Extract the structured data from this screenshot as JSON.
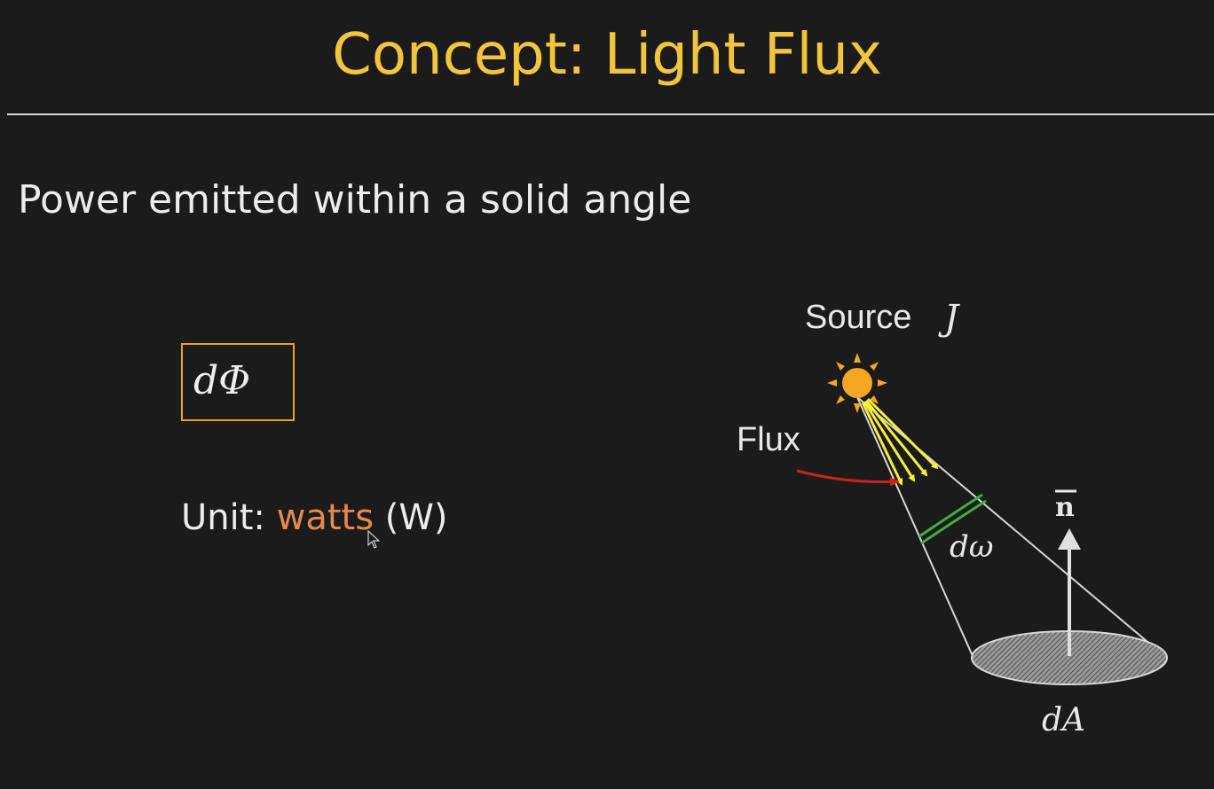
{
  "slide": {
    "title": "Concept: Light Flux",
    "subtitle": "Power emitted within a solid angle",
    "formula": "dΦ",
    "unit": {
      "prefix": "Unit: ",
      "value": "watts",
      "suffix": " (W)"
    }
  },
  "diagram": {
    "source_label": "Source",
    "source_symbol": "J",
    "flux_label": "Flux",
    "solid_angle_symbol": "dω",
    "normal_symbol": "n",
    "area_symbol": "dA"
  },
  "colors": {
    "background": "#1b1b1b",
    "title": "#f2c53d",
    "formula_border": "#e6a41e",
    "unit_value": "#e58a4e",
    "sun": "#f5a623",
    "rays": "#f7ef3a",
    "flux_arrow": "#c9241e",
    "solid_angle_arc": "#3fae3f"
  }
}
